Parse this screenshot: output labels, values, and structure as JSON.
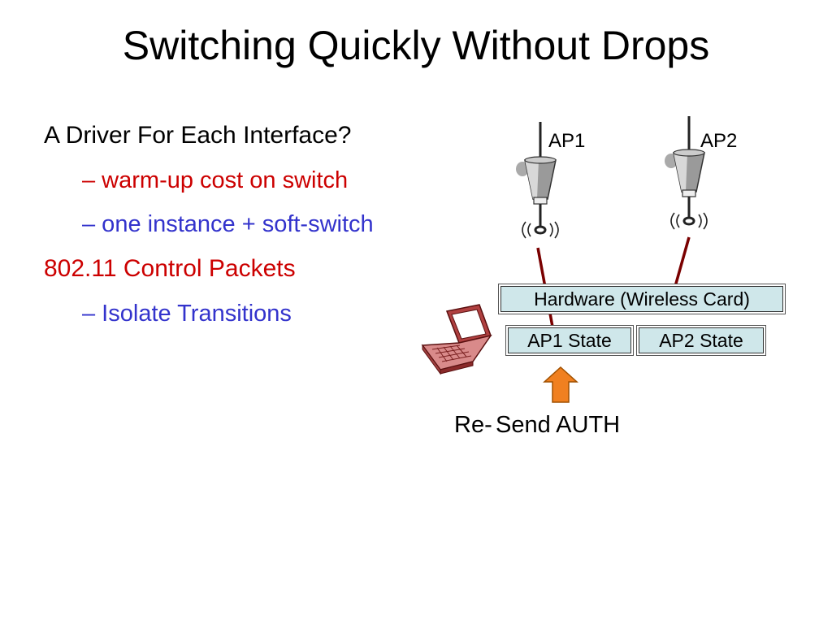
{
  "title": "Switching Quickly Without Drops",
  "bullets": {
    "b1": "A Driver For Each Interface?",
    "b1a": "– warm-up cost on switch",
    "b1b": "– one instance + soft-switch",
    "b2": "802.11 Control Packets",
    "b2a": "– Isolate Transitions"
  },
  "diagram": {
    "ap1_label": "AP1",
    "ap2_label": "AP2",
    "hardware_label": "Hardware (Wireless Card)",
    "ap1_state_label": "AP1 State",
    "ap2_state_label": "AP2 State",
    "resend_label": "Re-",
    "send_auth_label": "Send AUTH",
    "colors": {
      "link_line": "#7a0000",
      "box_fill": "#cfe7ea",
      "arrow_fill": "#f08020",
      "laptop": "#b04040"
    },
    "icons": [
      "antenna-icon",
      "signal-waves-icon",
      "laptop-icon",
      "up-arrow-icon"
    ]
  }
}
